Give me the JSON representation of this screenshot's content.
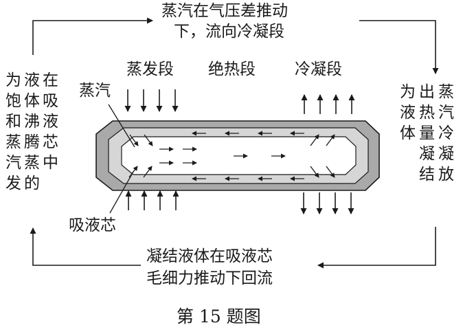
{
  "labels": {
    "top_flow_line1": "蒸汽在气压差推动",
    "top_flow_line2": "下，流向冷凝段",
    "evaporator_section": "蒸发段",
    "adiabatic_section": "绝热段",
    "condenser_section": "冷凝段",
    "vapor": "蒸汽",
    "wick": "吸液芯",
    "bottom_flow_line1": "凝结液体在吸液芯",
    "bottom_flow_line2": "毛细力推动下回流",
    "caption": "第 15 题图"
  },
  "left_note_columns": [
    "为饱和蒸汽发",
    "液体沸腾蒸的",
    "在吸液芯中"
  ],
  "right_note_columns": [
    "为液体",
    "出热量凝结",
    "蒸汽冷凝放"
  ],
  "colors": {
    "ink": "#1a1a1a",
    "pipe_wall": "#a9a9a9",
    "wick_fill": "#d6d6d6",
    "vapor_core": "#ffffff"
  }
}
